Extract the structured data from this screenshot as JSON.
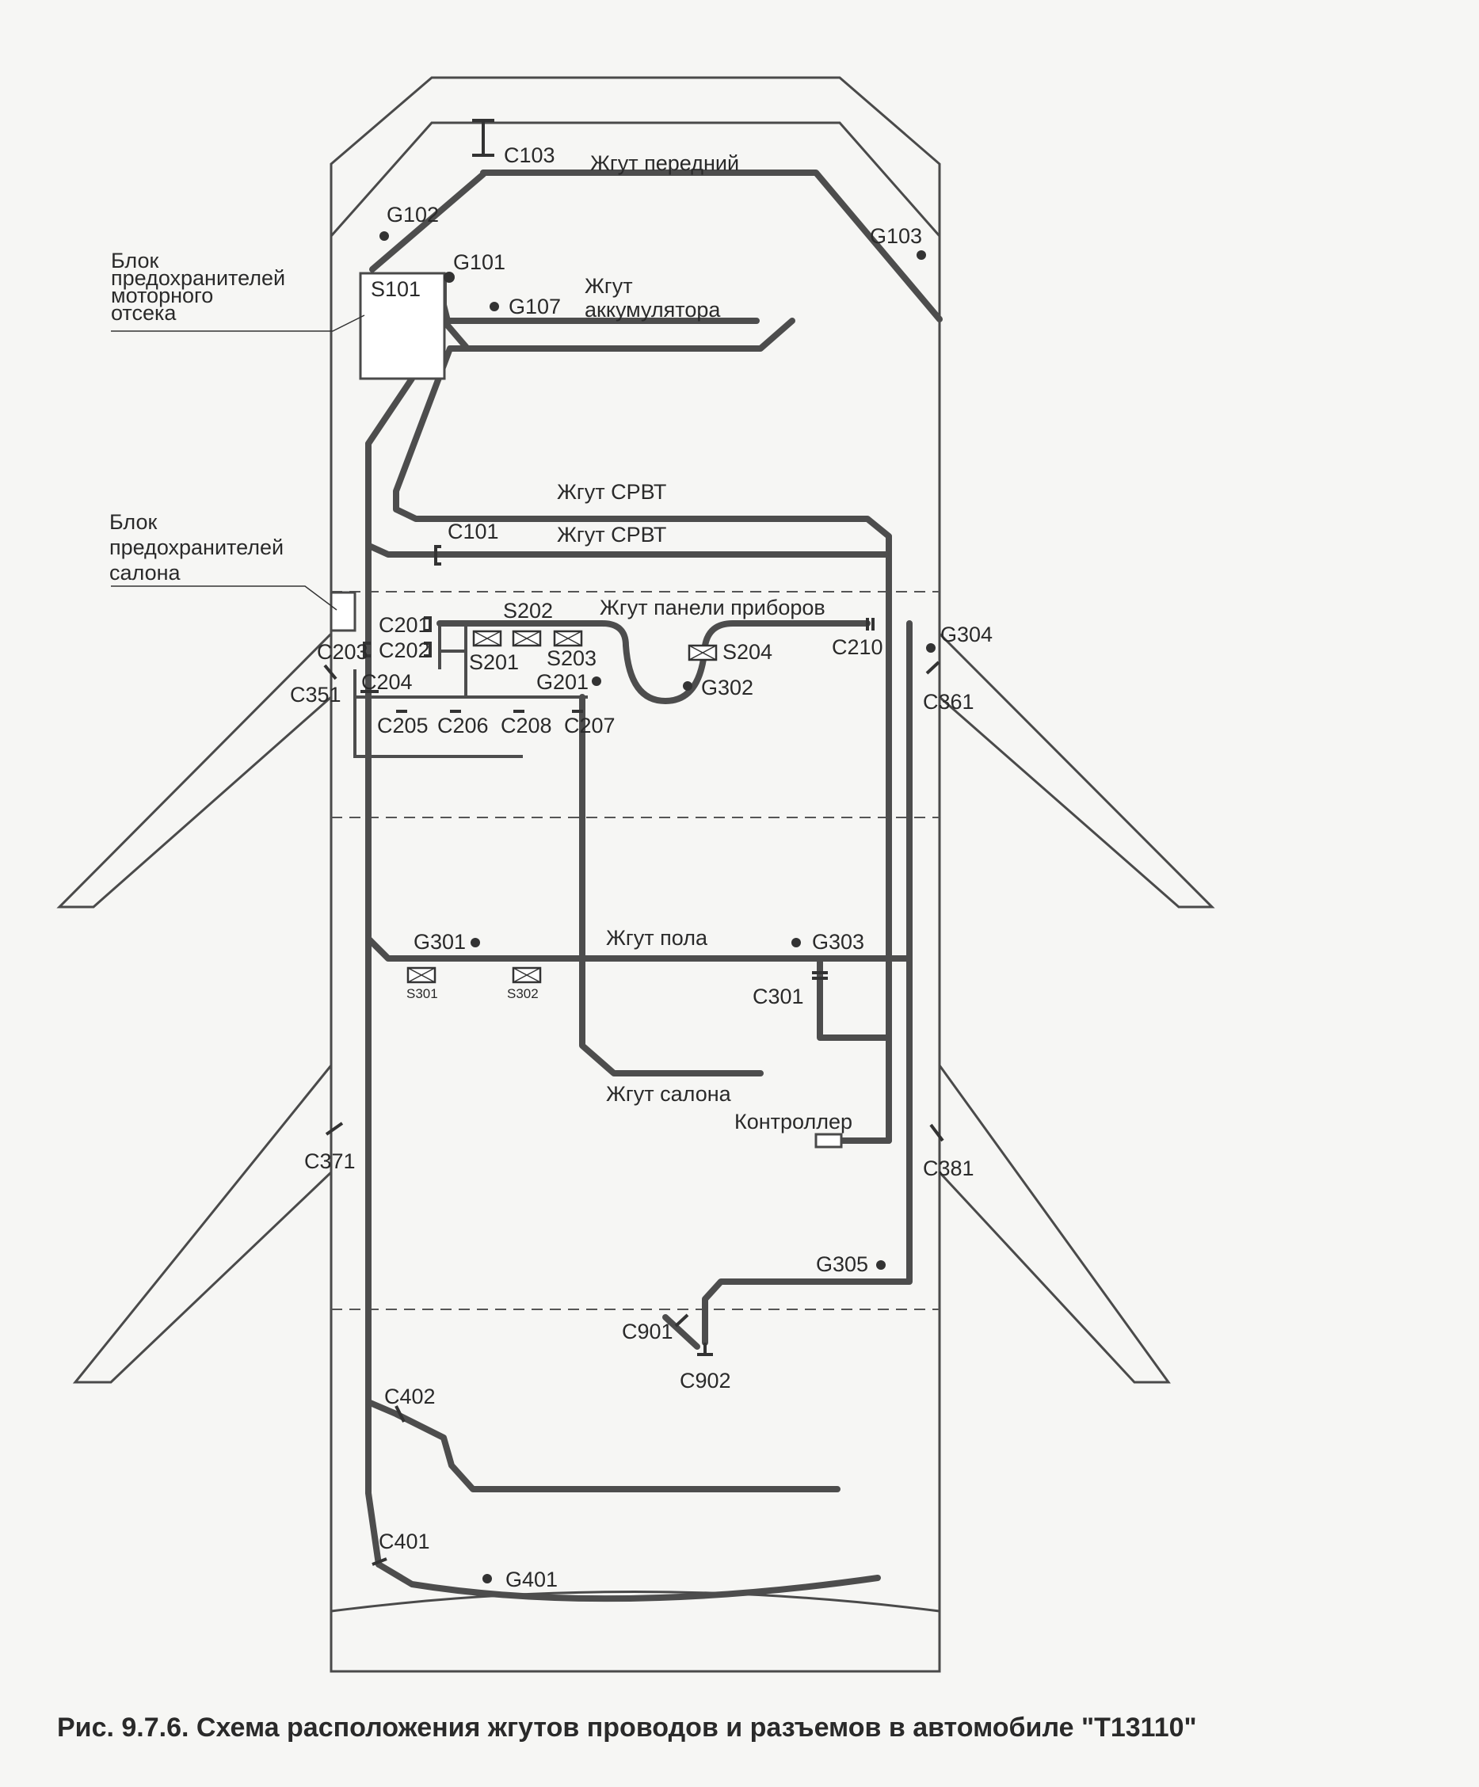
{
  "harnesses": {
    "front": "Жгут передний",
    "battery_line1": "Жгут",
    "battery_line2": "аккумулятора",
    "srvt_1": "Жгут СРВТ",
    "srvt_2": "Жгут СРВТ",
    "dashboard": "Жгут панели приборов",
    "floor": "Жгут пола",
    "cabin": "Жгут салона"
  },
  "blocks": {
    "engine_fuse_line1": "Блок",
    "engine_fuse_line2": "предохранителей",
    "engine_fuse_line3": "моторного",
    "engine_fuse_line4": "отсека",
    "cabin_fuse_line1": "Блок",
    "cabin_fuse_line2": "предохранителей",
    "cabin_fuse_line3": "салона",
    "controller": "Контроллер"
  },
  "connectors": {
    "c103": "C103",
    "c101": "C101",
    "c201": "C201",
    "c202": "C202",
    "c203": "C203",
    "c204": "C204",
    "c205": "C205",
    "c206": "C206",
    "c208": "C208",
    "c207": "C207",
    "c210": "C210",
    "c351": "C351",
    "c361": "C361",
    "c301": "C301",
    "c371": "C371",
    "c381": "C381",
    "c901": "C901",
    "c902": "C902",
    "c402": "C402",
    "c401": "C401"
  },
  "grounds": {
    "g101": "G101",
    "g102": "G102",
    "g103": "G103",
    "g107": "G107",
    "g201": "G201",
    "g302": "G302",
    "g304": "G304",
    "g301": "G301",
    "g303": "G303",
    "g305": "G305",
    "g401": "G401"
  },
  "splices": {
    "s101": "S101",
    "s201": "S201",
    "s202": "S202",
    "s203": "S203",
    "s204": "S204",
    "s301": "S301",
    "s302": "S302"
  },
  "caption": "Рис. 9.7.6. Схема расположения жгутов проводов и разъемов в автомобиле \"Т13110\""
}
